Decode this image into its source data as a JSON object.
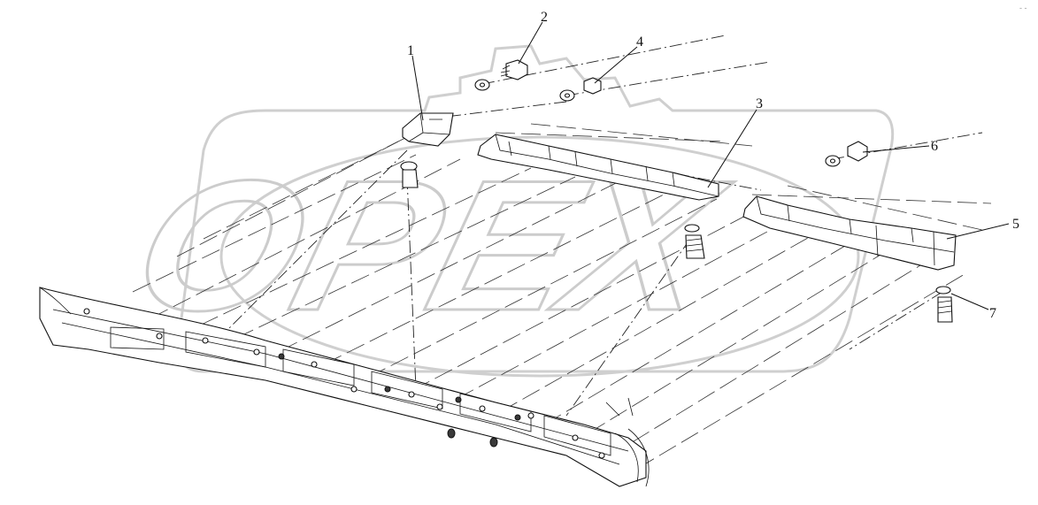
{
  "watermark": {
    "text": "OPEX"
  },
  "callouts": [
    {
      "number": "1"
    },
    {
      "number": "2"
    },
    {
      "number": "3"
    },
    {
      "number": "4"
    },
    {
      "number": "5"
    },
    {
      "number": "6"
    },
    {
      "number": "7"
    }
  ],
  "corner_mark": "- -"
}
